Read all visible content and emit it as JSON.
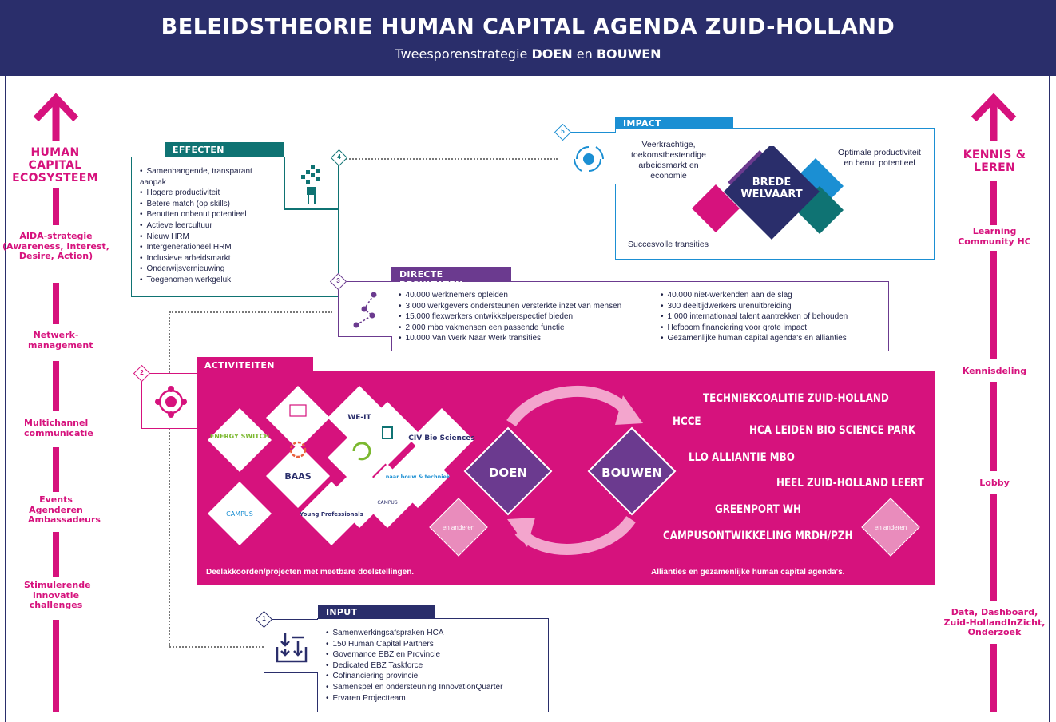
{
  "header": {
    "title": "BELEIDSTHEORIE HUMAN CAPITAL AGENDA ZUID-HOLLAND",
    "subtitle_prefix": "Tweesporenstrategie ",
    "subtitle_doen": "DOEN",
    "subtitle_mid": " en ",
    "subtitle_bouwen": "BOUWEN"
  },
  "left_sidebar": {
    "title": "HUMAN CAPITAL ECOSYSTEEM",
    "items": [
      "AIDA-strategie (Awareness, Interest, Desire, Action)",
      "Netwerk-management",
      "Multichannel communicatie",
      "Events Agenderen Ambassadeurs",
      "Stimulerende innovatie challenges"
    ]
  },
  "right_sidebar": {
    "title": "KENNIS & LEREN",
    "items": [
      "Learning Community HC",
      "Kennisdeling",
      "Lobby",
      "Data, Dashboard, Zuid-HollandInZicht, Onderzoek"
    ]
  },
  "effecten": {
    "label": "EFFECTEN",
    "badge": "4",
    "items": [
      "Samenhangende, transparant aanpak",
      "Hogere productiviteit",
      "Betere match (op skills)",
      "Benutten onbenut potentieel",
      "Actieve leercultuur",
      "Nieuw HRM",
      "Intergenerationeel HRM",
      "Inclusieve arbeidsmarkt",
      "Onderwijsvernieuwing",
      "Toegenomen werkgeluk"
    ]
  },
  "impact": {
    "label": "IMPACT",
    "badge": "5",
    "left_text": "Veerkrachtige, toekomstbestendige arbeidsmarkt en economie",
    "right_text": "Optimale productiviteit en benut potentieel",
    "bottom_text": "Succesvolle transities",
    "center_line1": "BREDE",
    "center_line2": "WELVAART"
  },
  "directe_resultaten": {
    "label": "DIRECTE RESULTATEN",
    "badge": "3",
    "col1": [
      "40.000 werknemers opleiden",
      "3.000 werkgevers ondersteunen versterkte inzet van mensen",
      "15.000 flexwerkers ontwikkelperspectief bieden",
      "2.000 mbo vakmensen een passende functie",
      "10.000 Van Werk Naar Werk transities"
    ],
    "col2": [
      "40.000 niet-werkenden aan de slag",
      "300 deeltijdwerkers urenuitbreiding",
      "1.000 internationaal talent aantrekken of behouden",
      "Hefboom financiering voor grote impact",
      "Gezamenlijke human capital agenda's en allianties"
    ]
  },
  "activiteiten": {
    "label": "ACTIVITEITEN",
    "badge": "2",
    "doen": "DOEN",
    "bouwen": "BOUWEN",
    "logos": [
      "ENERGY SWITCH",
      "",
      "WE-IT",
      "CIV Bio Sciences",
      "BAAS",
      "",
      "",
      "naar bouw & techniek",
      "CAMPUS",
      "Young Professionals",
      "CAMPUS"
    ],
    "en_anderen_left": "en anderen",
    "en_anderen_right": "en anderen",
    "partners": [
      "TECHNIEKCOALITIE ZUID-HOLLAND",
      "HCCE",
      "HCA LEIDEN BIO SCIENCE PARK",
      "LLO ALLIANTIE MBO",
      "HEEL ZUID-HOLLAND LEERT",
      "GREENPORT WH",
      "CAMPUSONTWIKKELING MRDH/PZH"
    ],
    "footer_left": "Deelakkoorden/projecten met meetbare doelstellingen.",
    "footer_right": "Allianties en gezamenlijke human capital agenda's."
  },
  "input": {
    "label": "INPUT",
    "badge": "1",
    "items": [
      "Samenwerkingsafspraken HCA",
      "150 Human Capital Partners",
      "Governance EBZ en Provincie",
      "Dedicated EBZ Taskforce",
      "Cofinanciering provincie",
      "Samenspel en ondersteuning InnovationQuarter",
      "Ervaren Projectteam"
    ]
  },
  "colors": {
    "navy": "#2a2e6b",
    "magenta": "#d6127d",
    "teal": "#0f7373",
    "blue": "#1b8fd3",
    "purple": "#6b3a8f"
  }
}
